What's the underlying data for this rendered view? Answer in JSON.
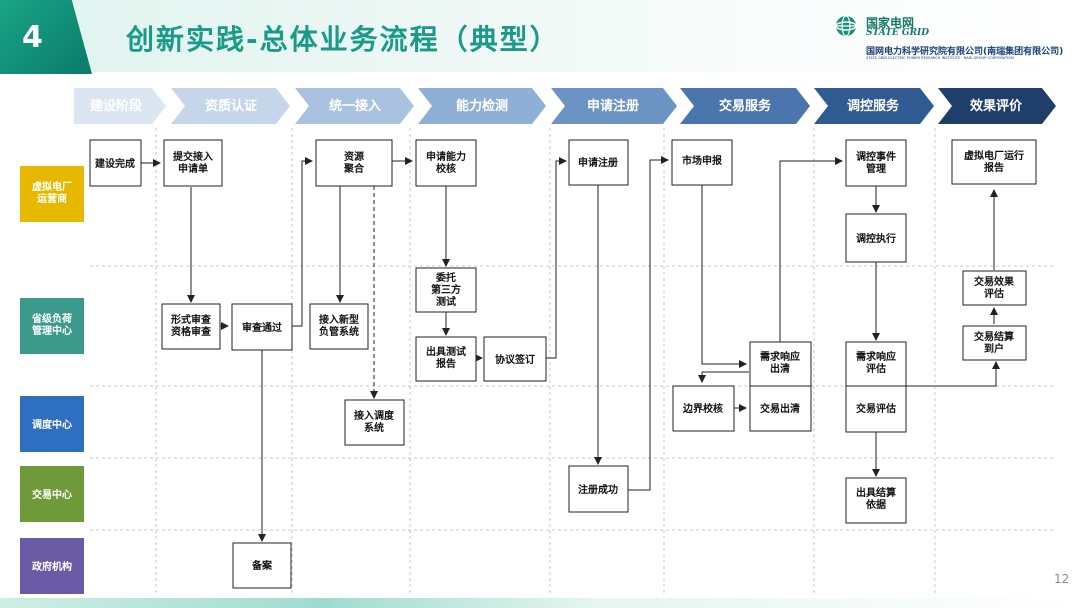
{
  "header": {
    "section_number": "4",
    "title": "创新实践-总体业务流程（典型）",
    "logo_cn": "国家电网",
    "logo_en": "STATE GRID",
    "logo_org": "国网电力科学研究院有限公司(南瑞集团有限公司)",
    "logo_org_en": "STATE GRID ELECTRIC POWER RESEARCH INSTITUTE · NARI GROUP CORPORATION"
  },
  "page_number": "12",
  "stages": [
    "建设阶段",
    "资质认证",
    "统一接入",
    "能力检测",
    "申请注册",
    "交易服务",
    "调控服务",
    "效果评价"
  ],
  "roles": [
    "虚拟电厂\n运营商",
    "省级负荷\n管理中心",
    "调度中心",
    "交易中心",
    "政府机构"
  ],
  "colors": {
    "stages": [
      "#dce6f2",
      "#c6d6ea",
      "#a9c2e0",
      "#8fb0d6",
      "#6b93c4",
      "#4a76ad",
      "#2f5b92",
      "#1f3f6a"
    ],
    "roles": [
      "#e6b800",
      "#3b9a8b",
      "#2f6fbf",
      "#6f9a3a",
      "#6a5aa6"
    ]
  },
  "nodes": {
    "build_done": "建设完成",
    "submit_app": "提交接入\n申请单",
    "form_review": "形式审查\n资格审查",
    "review_pass": "审查通过",
    "filing": "备案",
    "resource_agg": "资源\n聚合",
    "access_new_sys": "接入新型\n负管系统",
    "access_dispatch": "接入调度\n系统",
    "apply_check": "申请能力\n校核",
    "third_party": "委托\n第三方\n测试",
    "test_report": "出具测试\n报告",
    "agreement": "协议签订",
    "apply_register": "申请注册",
    "register_success": "注册成功",
    "market_report": "市场申报",
    "boundary_check": "边界校核",
    "demand_clear": "需求响应\n出清",
    "trade_clear": "交易出清",
    "event_mgmt": "调控事件\n管理",
    "control_exec": "调控执行",
    "demand_eval": "需求响应\n评估",
    "trade_eval": "交易评估",
    "settle_basis": "出具结算\n依据",
    "vpp_report": "虚拟电厂运行\n报告",
    "effect_eval": "交易效果\n评估",
    "settle_account": "交易结算\n到户"
  }
}
